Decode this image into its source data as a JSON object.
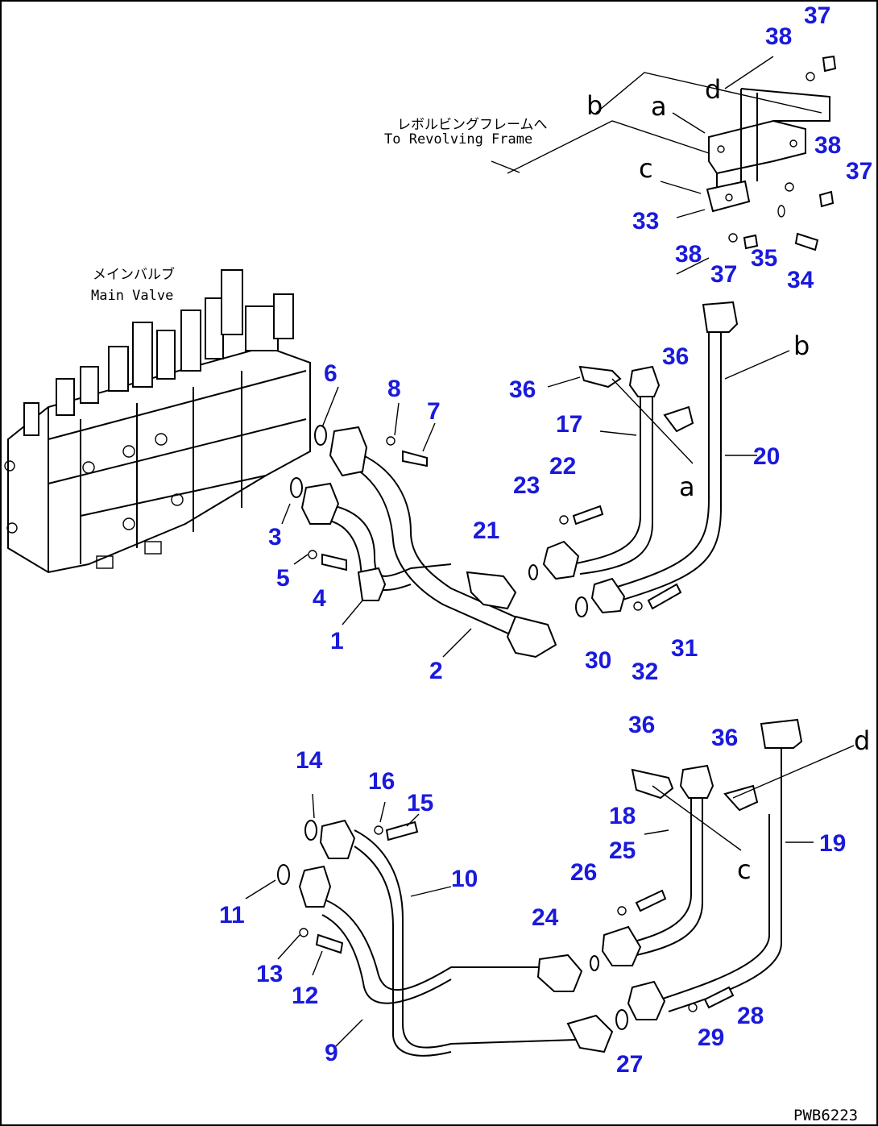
{
  "diagram": {
    "main_valve_label_jp": "メインバルブ",
    "main_valve_label_en": "Main Valve",
    "revolving_frame_label_jp": "レボルビングフレームへ",
    "revolving_frame_label_en": "To Revolving Frame",
    "drawing_code": "PWB6223",
    "view_letters": {
      "a": "a",
      "b": "b",
      "c": "c",
      "d": "d"
    },
    "callouts": {
      "p1": "1",
      "p2": "2",
      "p3": "3",
      "p4": "4",
      "p5": "5",
      "p6": "6",
      "p7": "7",
      "p8": "8",
      "p9": "9",
      "p10": "10",
      "p11": "11",
      "p12": "12",
      "p13": "13",
      "p14": "14",
      "p15": "15",
      "p16": "16",
      "p17": "17",
      "p18": "18",
      "p19": "19",
      "p20": "20",
      "p21": "21",
      "p22": "22",
      "p23": "23",
      "p24": "24",
      "p25": "25",
      "p26": "26",
      "p27": "27",
      "p28": "28",
      "p29": "29",
      "p30": "30",
      "p31": "31",
      "p32": "32",
      "p33": "33",
      "p34": "34",
      "p35": "35",
      "p36a": "36",
      "p36b": "36",
      "p36c": "36",
      "p36d": "36",
      "p37a": "37",
      "p37b": "37",
      "p37c": "37",
      "p38a": "38",
      "p38b": "38",
      "p38c": "38"
    }
  }
}
